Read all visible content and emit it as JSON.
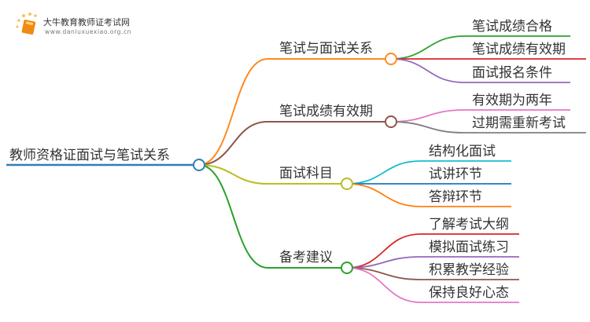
{
  "logo": {
    "title": "大牛教育教师证考试网",
    "url": "www.daniuxuexiao.org.cn"
  },
  "root": {
    "label": "教师资格证面试与笔试关系",
    "color": "#2d7fb8"
  },
  "branches": [
    {
      "label": "笔试与面试关系",
      "color": "#ff8a1e",
      "children": [
        {
          "label": "笔试成绩合格",
          "color": "#2ca02c"
        },
        {
          "label": "笔试成绩有效期",
          "color": "#d62728"
        },
        {
          "label": "面试报名条件",
          "color": "#9467bd"
        }
      ]
    },
    {
      "label": "笔试成绩有效期",
      "color": "#8c564b",
      "children": [
        {
          "label": "有效期为两年",
          "color": "#e377c2"
        },
        {
          "label": "过期需重新考试",
          "color": "#7f7f7f"
        }
      ]
    },
    {
      "label": "面试科目",
      "color": "#bcbd22",
      "children": [
        {
          "label": "结构化面试",
          "color": "#17becf"
        },
        {
          "label": "试讲环节",
          "color": "#1f77b4"
        },
        {
          "label": "答辩环节",
          "color": "#ff7f0e"
        }
      ]
    },
    {
      "label": "备考建议",
      "color": "#2ca02c",
      "children": [
        {
          "label": "了解考试大纲",
          "color": "#d62728"
        },
        {
          "label": "模拟面试练习",
          "color": "#9467bd"
        },
        {
          "label": "积累教学经验",
          "color": "#8c564b"
        },
        {
          "label": "保持良好心态",
          "color": "#e377c2"
        }
      ]
    }
  ]
}
